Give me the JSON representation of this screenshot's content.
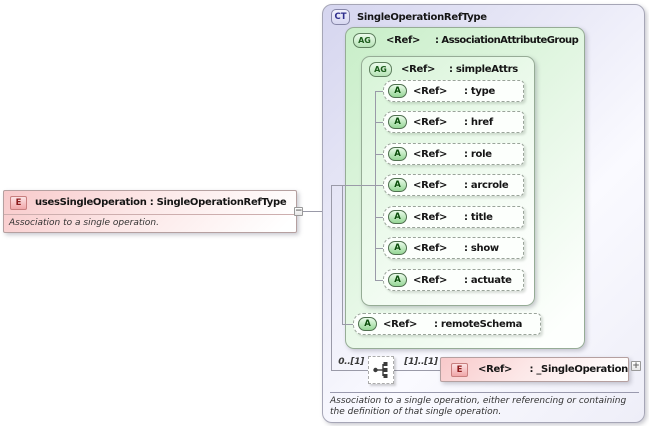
{
  "left_element": {
    "icon_label": "E",
    "title": "usesSingleOperation : SingleOperationRefType",
    "annotation": "Association to a single operation.",
    "collapse_toggle": "−"
  },
  "complex_type": {
    "icon_label": "CT",
    "title": "SingleOperationRefType",
    "annotation": "Association to a single operation, either referencing or containing the definition of that single operation.",
    "attribute_group": {
      "icon_label": "AG",
      "ref_label": "<Ref>",
      "name_label": ": AssociationAttributeGroup",
      "simple_attrs": {
        "icon_label": "AG",
        "ref_label": "<Ref>",
        "name_label": ": simpleAttrs",
        "attributes": [
          {
            "icon_label": "A",
            "ref_label": "<Ref>",
            "name_label": ": type"
          },
          {
            "icon_label": "A",
            "ref_label": "<Ref>",
            "name_label": ": href"
          },
          {
            "icon_label": "A",
            "ref_label": "<Ref>",
            "name_label": ": role"
          },
          {
            "icon_label": "A",
            "ref_label": "<Ref>",
            "name_label": ": arcrole"
          },
          {
            "icon_label": "A",
            "ref_label": "<Ref>",
            "name_label": ": title"
          },
          {
            "icon_label": "A",
            "ref_label": "<Ref>",
            "name_label": ": show"
          },
          {
            "icon_label": "A",
            "ref_label": "<Ref>",
            "name_label": ": actuate"
          }
        ]
      },
      "remote_schema": {
        "icon_label": "A",
        "ref_label": "<Ref>",
        "name_label": ": remoteSchema"
      }
    },
    "content_model": {
      "cardinality_left": "0..[1]",
      "cardinality_right": "[1]..[1]",
      "element_ref": {
        "icon_label": "E",
        "ref_label": "<Ref>",
        "name_label": ": _SingleOperation",
        "expand_toggle": "+"
      }
    }
  }
}
